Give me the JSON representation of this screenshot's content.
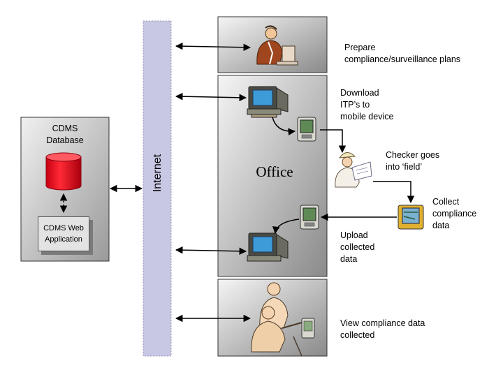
{
  "database": {
    "title": "CDMS\nDatabase",
    "app_label": "CDMS Web\nApplication"
  },
  "network": {
    "label": "Internet"
  },
  "office": {
    "label": "Office"
  },
  "steps": {
    "prepare": "Prepare\ncompliance/surveillance plans",
    "download": "Download\nITP’s to\nmobile device",
    "field": "Checker goes\ninto ‘field’",
    "collect": "Collect\ncompliance\ndata",
    "upload": "Upload\ncollected\ndata",
    "view": "View compliance data\ncollected"
  },
  "colors": {
    "panel_gradient_light": "#f4f4f4",
    "panel_gradient_dark": "#8c8c8c",
    "internet_bar": "#c8c8e4",
    "cylinder": "#e8101e",
    "arrow": "#000000"
  },
  "icons": [
    "businessman-at-computer-icon",
    "desktop-computer-icon",
    "pda-device-icon",
    "checker-worker-icon",
    "pda-handheld-icon",
    "people-viewing-data-icon"
  ]
}
